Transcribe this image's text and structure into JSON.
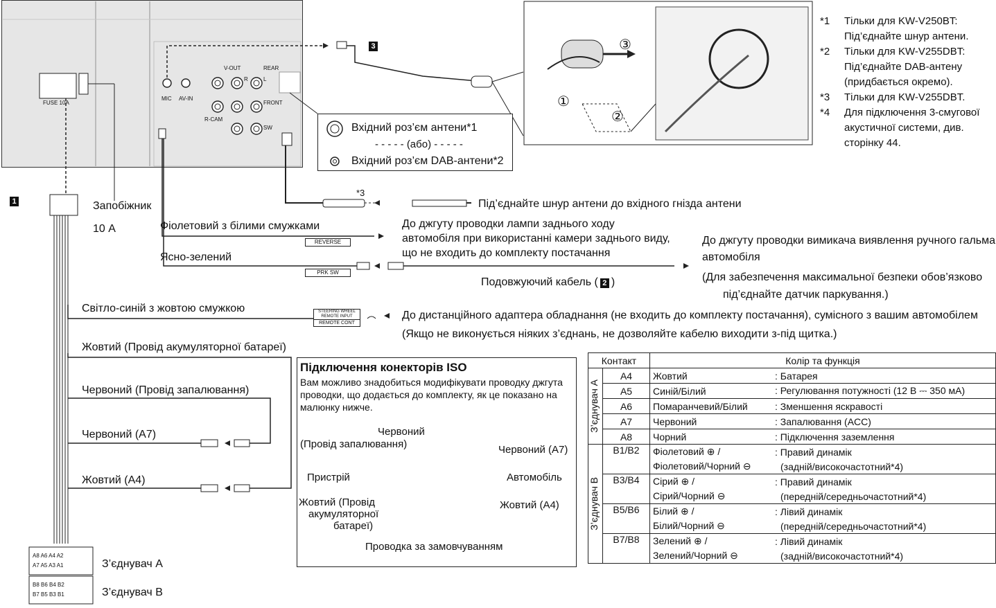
{
  "unit": {
    "fuse_label": "FUSE 10A",
    "jacks": [
      "MIC",
      "AV-IN",
      "V-OUT",
      "R",
      "L",
      "REAR",
      "R-CAM",
      "FRONT",
      "SW"
    ]
  },
  "markers": {
    "n1": "1",
    "n2": "2",
    "n3": "3"
  },
  "mic": {
    "step1": "①",
    "step2": "②",
    "step3": "③"
  },
  "notes": [
    {
      "key": "*1",
      "text": "Тільки для KW-V250BT: Під’єднайте шнур антени."
    },
    {
      "key": "*2",
      "text": "Тільки для KW-V255DBT: Під’єднайте DAB-антену (придбається окремо)."
    },
    {
      "key": "*3",
      "text": "Тільки для KW-V255DBT."
    },
    {
      "key": "*4",
      "text": "Для підключення 3-смугової акустичної системи, див. сторінку 44."
    }
  ],
  "antenna_box": {
    "line1": "Вхідний роз’єм антени*1",
    "line2": "- - - - - (або) - - - - -",
    "line3": "Вхідний роз’єм DAB-антени*2"
  },
  "fuse_callout": {
    "line1": "Запобіжник",
    "line2": "10 А"
  },
  "antenna_cable": {
    "star": "*3",
    "label": "Під’єднайте шнур антени до вхідного гнізда антени"
  },
  "wires": {
    "violet": "Фіолетовий з білими смужками",
    "violet_tag": "REVERSE",
    "violet_dest1": "До джгуту проводки лампи заднього ходу",
    "violet_dest2": "автомобіля при використанні камери заднього виду,",
    "violet_dest3": "що не входить до комплекту постачання",
    "green": "Ясно-зелений",
    "green_tag": "PRK SW",
    "ext_cable": "Подовжуючий кабель (",
    "ext_cable_end": ")",
    "green_dest1": "До джгуту проводки вимикача виявлення ручного гальма",
    "green_dest2": "автомобіля",
    "green_dest3": "(Для забезпечення максимальної безпеки обов’язково",
    "green_dest4": "під’єднайте датчик паркування.)",
    "blue": "Світло-синій з жовтою смужкою",
    "blue_tag1": "STEERING WHEEL",
    "blue_tag2": "REMOTE INPUT",
    "blue_tag3": "REMOTE CONT",
    "blue_dest1": "До дистанційного адаптера обладнання (не входить до комплекту постачання), сумісного з вашим автомобілем",
    "blue_dest2": "(Якщо не виконується ніяких з’єднань, не дозволяйте кабелю виходити з-під щитка.)",
    "yellow_batt": "Жовтий (Провід акумуляторної батареї)",
    "red_ign": "Червоний (Провід запалювання)",
    "red_a7": "Червоний (А7)",
    "yellow_a4": "Жовтий (А4)"
  },
  "connectors": {
    "a": "З’єднувач А",
    "b": "З’єднувач B",
    "a_pins1": "A8 A6 A4 A2",
    "a_pins2": "A7 A5 A3 A1",
    "b_pins1": "B8 B6 B4 B2",
    "b_pins2": "B7 B5 B3 B1"
  },
  "iso": {
    "title": "Підключення конекторів ISO",
    "desc": "Вам можливо знадобиться модифікувати проводку джгута проводки, що додається до комплекту, як це показано на малюнку нижче.",
    "red": "Червоний",
    "red_ign": "(Провід запалювання)",
    "red_a7": "Червоний (А7)",
    "device": "Пристрій",
    "car": "Автомобіль",
    "yellow1": "Жовтий (Провід",
    "yellow2": "акумуляторної",
    "yellow3": "батареї)",
    "yellow_a4": "Жовтий (А4)",
    "default": "Проводка за замовчуванням"
  },
  "pin_table": {
    "head_contact": "Контакт",
    "head_color": "Колір та функція",
    "conn_a": "З’єднувач А",
    "conn_b": "З’єднувач B",
    "rows_a": [
      {
        "pin": "A4",
        "color": "Жовтий",
        "func": ": Батарея"
      },
      {
        "pin": "A5",
        "color": "Синій/Білий",
        "func": ": Регулювання потужності (12 В ⎓ 350 мА)"
      },
      {
        "pin": "A6",
        "color": "Помаранчевий/Білий",
        "func": ": Зменшення яскравості"
      },
      {
        "pin": "A7",
        "color": "Червоний",
        "func": ": Запалювання (ACC)"
      },
      {
        "pin": "A8",
        "color": "Чорний",
        "func": ": Підключення заземлення"
      }
    ],
    "rows_b": [
      {
        "pin": "B1/B2",
        "c1": "Фіолетовий ⊕ /",
        "c2": "Фіолетовий/Чорний ⊖",
        "f1": ": Правий динамік",
        "f2": "(задній/високочастотний*4)"
      },
      {
        "pin": "B3/B4",
        "c1": "Сірий ⊕ /",
        "c2": "Сірий/Чорний ⊖",
        "f1": ": Правий динамік",
        "f2": "(передній/середньочастотний*4)"
      },
      {
        "pin": "B5/B6",
        "c1": "Білий ⊕ /",
        "c2": "Білий/Чорний ⊖",
        "f1": ": Лівий динамік",
        "f2": "(передній/середньочастотний*4)"
      },
      {
        "pin": "B7/B8",
        "c1": "Зелений ⊕ /",
        "c2": "Зелений/Чорний ⊖",
        "f1": ": Лівий динамік",
        "f2": "(задній/високочастотний*4)"
      }
    ]
  }
}
